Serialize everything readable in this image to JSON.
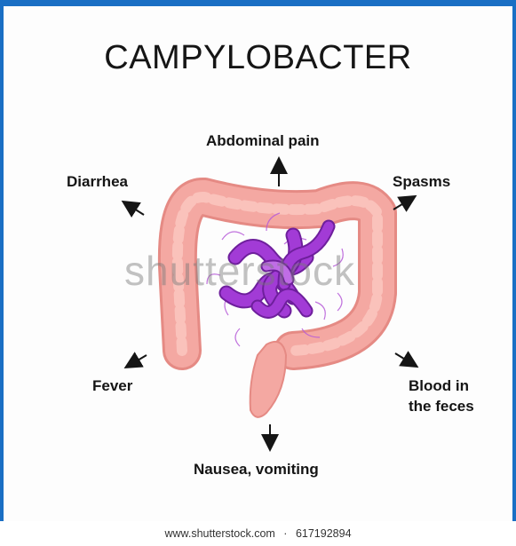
{
  "title": "CAMPYLOBACTER",
  "symptoms": {
    "abdominal_pain": "Abdominal pain",
    "diarrhea": "Diarrhea",
    "spasms": "Spasms",
    "fever": "Fever",
    "blood_line1": "Blood in",
    "blood_line2": "the feces",
    "nausea": "Nausea, vomiting"
  },
  "watermark": "shutterstock",
  "footer": {
    "site": "www.shutterstock.com",
    "separator": "·",
    "image_number": "617192894"
  },
  "colors": {
    "frame": "#1a6fc4",
    "intestine": "#f4a8a2",
    "intestine_dark": "#e58a84",
    "bacteria": "#a23bd6",
    "bacteria_dark": "#6e1f9c"
  }
}
